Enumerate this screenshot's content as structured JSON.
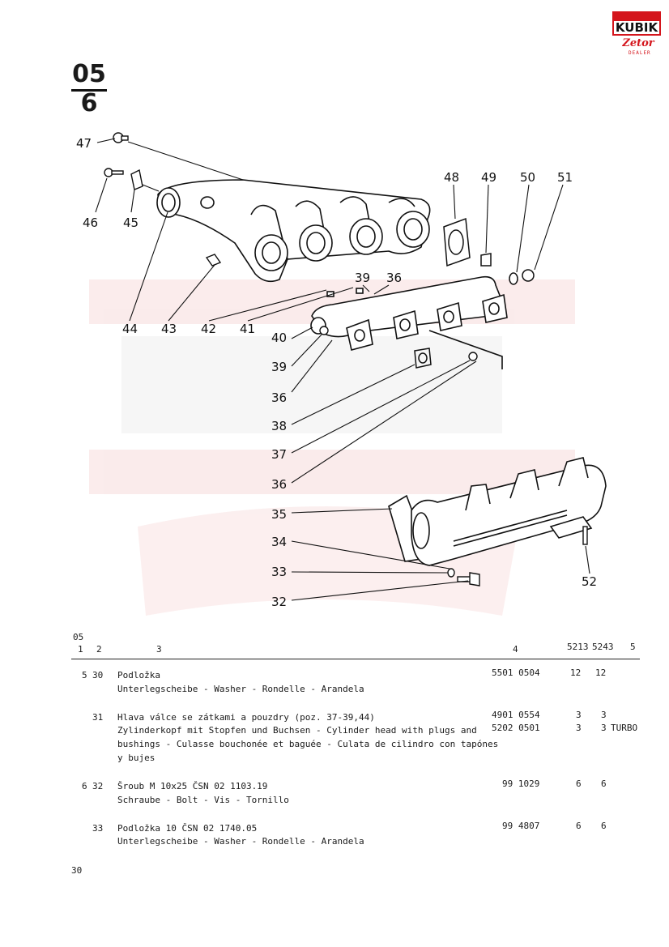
{
  "logo": {
    "brand": "KUBIK",
    "sub": "Zetor",
    "dealer": "DEALER"
  },
  "section": {
    "number": "05",
    "sub": "6"
  },
  "callouts": [
    {
      "id": "c47",
      "text": "47"
    },
    {
      "id": "c46",
      "text": "46"
    },
    {
      "id": "c45",
      "text": "45"
    },
    {
      "id": "c48",
      "text": "48"
    },
    {
      "id": "c49",
      "text": "49"
    },
    {
      "id": "c50",
      "text": "50"
    },
    {
      "id": "c51",
      "text": "51"
    },
    {
      "id": "c44",
      "text": "44"
    },
    {
      "id": "c43",
      "text": "43"
    },
    {
      "id": "c42",
      "text": "42"
    },
    {
      "id": "c41",
      "text": "41"
    },
    {
      "id": "c39a",
      "text": "39"
    },
    {
      "id": "c36a",
      "text": "36"
    },
    {
      "id": "c40",
      "text": "40"
    },
    {
      "id": "c39b",
      "text": "39"
    },
    {
      "id": "c36b",
      "text": "36"
    },
    {
      "id": "c38",
      "text": "38"
    },
    {
      "id": "c37",
      "text": "37"
    },
    {
      "id": "c36c",
      "text": "36"
    },
    {
      "id": "c35",
      "text": "35"
    },
    {
      "id": "c34",
      "text": "34"
    },
    {
      "id": "c33",
      "text": "33"
    },
    {
      "id": "c32",
      "text": "32"
    },
    {
      "id": "c52",
      "text": "52"
    }
  ],
  "table": {
    "group": "05",
    "headers": {
      "c1": "1",
      "c2": "2",
      "c3": "3",
      "c4": "4",
      "m1": "5213",
      "m2": "5243",
      "c5": "5"
    },
    "rows": [
      {
        "c1": "5",
        "c2": "30",
        "lines": [
          "Podložka",
          "Unterlegscheibe - Washer - Rondelle - Arandela"
        ],
        "parts": [
          "5501 0504"
        ],
        "q1": [
          "12"
        ],
        "q2": [
          "12"
        ],
        "note": [
          ""
        ]
      },
      {
        "c1": "",
        "c2": "31",
        "lines": [
          "Hlava válce se zátkami a pouzdry (poz. 37-39,44)",
          "Zylinderkopf mit Stopfen und Buchsen - Cylinder head with plugs and",
          "bushings - Culasse bouchonée et baguée - Culata de cilindro con tapónes",
          "y bujes"
        ],
        "parts": [
          "4901 0554",
          "5202 0501"
        ],
        "q1": [
          "3",
          "3"
        ],
        "q2": [
          "3",
          "3"
        ],
        "note": [
          "",
          "TURBO"
        ]
      },
      {
        "c1": "6",
        "c2": "32",
        "lines": [
          "Šroub M 10x25 ČSN 02 1103.19",
          "Schraube - Bolt - Vis - Tornillo"
        ],
        "parts": [
          "99 1029"
        ],
        "q1": [
          "6"
        ],
        "q2": [
          "6"
        ],
        "note": [
          ""
        ]
      },
      {
        "c1": "",
        "c2": "33",
        "lines": [
          "Podložka 10 ČSN 02 1740.05",
          "Unterlegscheibe - Washer - Rondelle - Arandela"
        ],
        "parts": [
          "99 4807"
        ],
        "q1": [
          "6"
        ],
        "q2": [
          "6"
        ],
        "note": [
          ""
        ]
      }
    ]
  },
  "page_number": "30",
  "colors": {
    "brand_red": "#d4151c",
    "watermark": "#f3d6d6"
  }
}
